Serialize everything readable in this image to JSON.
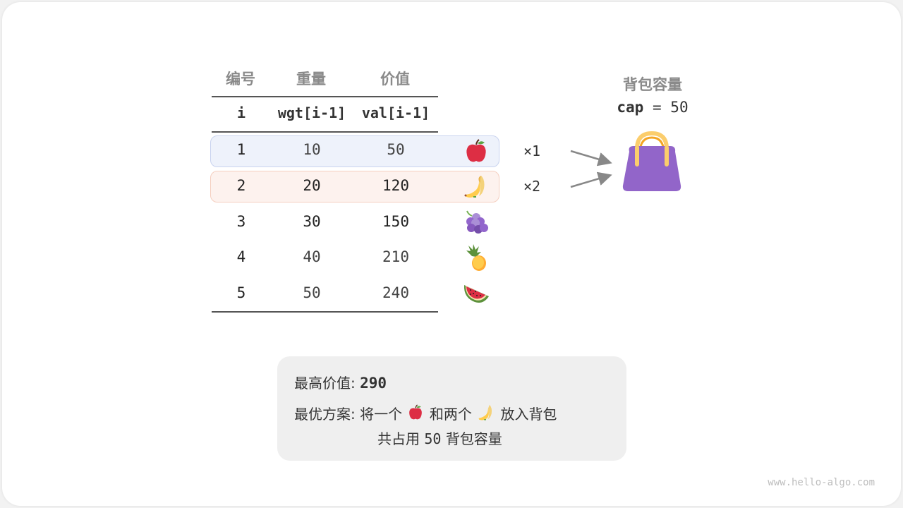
{
  "table": {
    "headers": [
      "编号",
      "重量",
      "价值"
    ],
    "subheaders": [
      "i",
      "wgt[i-1]",
      "val[i-1]"
    ],
    "rows": [
      {
        "i": "1",
        "wgt": "10",
        "val": "50",
        "fruit": "apple-icon",
        "highlight": "blue"
      },
      {
        "i": "2",
        "wgt": "20",
        "val": "120",
        "fruit": "banana-icon",
        "highlight": "orange"
      },
      {
        "i": "3",
        "wgt": "30",
        "val": "150",
        "fruit": "grapes-icon",
        "highlight": "none"
      },
      {
        "i": "4",
        "wgt": "40",
        "val": "210",
        "fruit": "pineapple-icon",
        "highlight": "none"
      },
      {
        "i": "5",
        "wgt": "50",
        "val": "240",
        "fruit": "watermelon-icon",
        "highlight": "none"
      }
    ]
  },
  "selection": {
    "multipliers": [
      "×1",
      "×2"
    ]
  },
  "knapsack": {
    "title": "背包容量",
    "cap_label": "cap",
    "cap_eq": "=",
    "cap_value": "50",
    "icon": "handbag-icon"
  },
  "summary": {
    "max_value_label": "最高价值:",
    "max_value": "290",
    "plan_label": "最优方案:",
    "plan_part1": "将一个",
    "plan_part2": "和两个",
    "plan_part3": "放入背包",
    "plan_line2_a": "共占用",
    "plan_line2_value": "50",
    "plan_line2_b": "背包容量"
  },
  "colors": {
    "row1_bg": "#eef2fb",
    "row1_border": "#c9d3ef",
    "row2_bg": "#fdf2ee",
    "row2_border": "#f5cfc0",
    "bag": "#9265c9",
    "handle": "#fbcd6c",
    "arrow": "#888888"
  },
  "watermark": "www.hello-algo.com"
}
